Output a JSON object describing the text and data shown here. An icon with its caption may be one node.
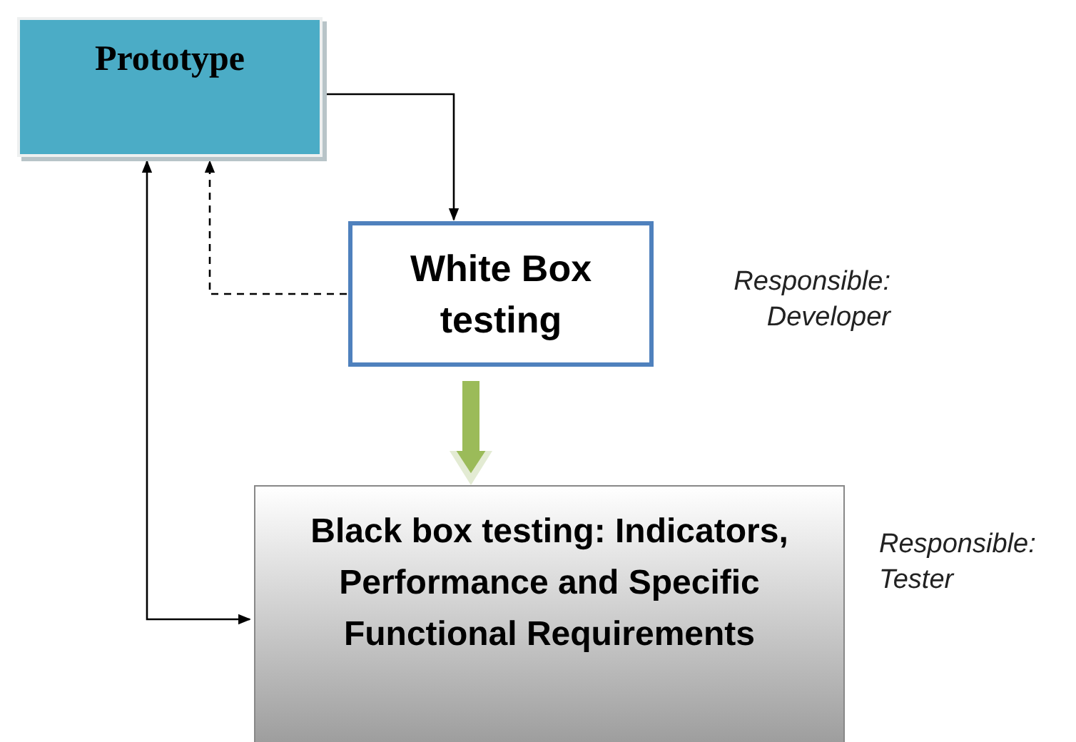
{
  "diagram": {
    "nodes": [
      {
        "text": [
          "Prototype"
        ]
      },
      {
        "text": [
          "White Box testing"
        ],
        "beside": [
          "Responsible: Developer"
        ]
      },
      {
        "text": [
          "Black box testing: Indicators, Performance and Specific Functional Requirements"
        ],
        "beside": [
          "Responsible: Tester"
        ]
      }
    ],
    "edges": [
      {
        "from": 0,
        "to": 1,
        "arrow": "to"
      },
      {
        "from": 1,
        "to": 0,
        "arrow": "to",
        "style": "dashed"
      },
      {
        "from": 2,
        "to": 0,
        "arrow": "both"
      },
      {
        "from": 1,
        "to": 2,
        "arrow": "to",
        "style": "thick",
        "color": "#9bbb59"
      }
    ]
  }
}
